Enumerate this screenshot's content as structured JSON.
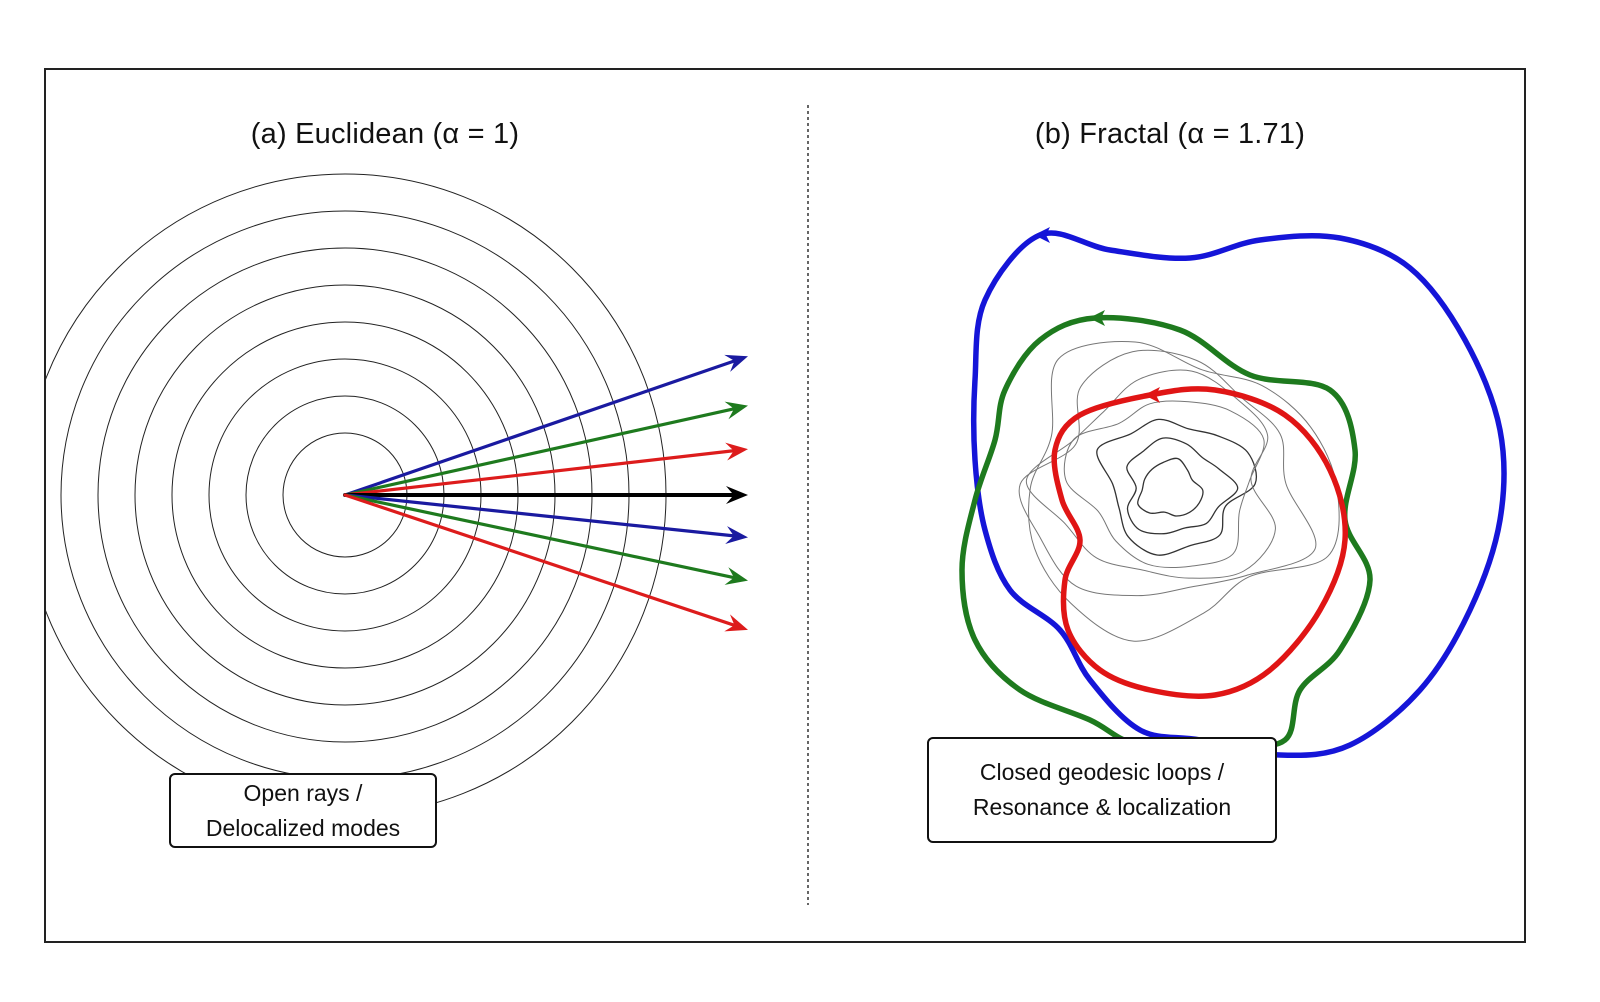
{
  "panel_a": {
    "title": "(a) Euclidean (α = 1)",
    "callout": {
      "line1": "Open rays /",
      "line2": "Delocalized modes"
    },
    "rays": [
      {
        "angle_deg": -19,
        "color": "#1a1aa0"
      },
      {
        "angle_deg": -12.5,
        "color": "#1e7a1e"
      },
      {
        "angle_deg": -6.5,
        "color": "#dd1c1c"
      },
      {
        "angle_deg": 0,
        "color": "#000000"
      },
      {
        "angle_deg": 6,
        "color": "#1a1aa0"
      },
      {
        "angle_deg": 12,
        "color": "#1e7a1e"
      },
      {
        "angle_deg": 18.5,
        "color": "#dd1c1c"
      }
    ],
    "ring_count": 8
  },
  "panel_b": {
    "title": "(b) Fractal (α = 1.71)",
    "callout": {
      "line1": "Closed geodesic loops /",
      "line2": "Resonance & localization"
    },
    "loops": [
      {
        "name": "blue-loop",
        "color": "#1515d8"
      },
      {
        "name": "green-loop",
        "color": "#1e7a1e"
      },
      {
        "name": "red-loop",
        "color": "#e01515"
      }
    ]
  }
}
